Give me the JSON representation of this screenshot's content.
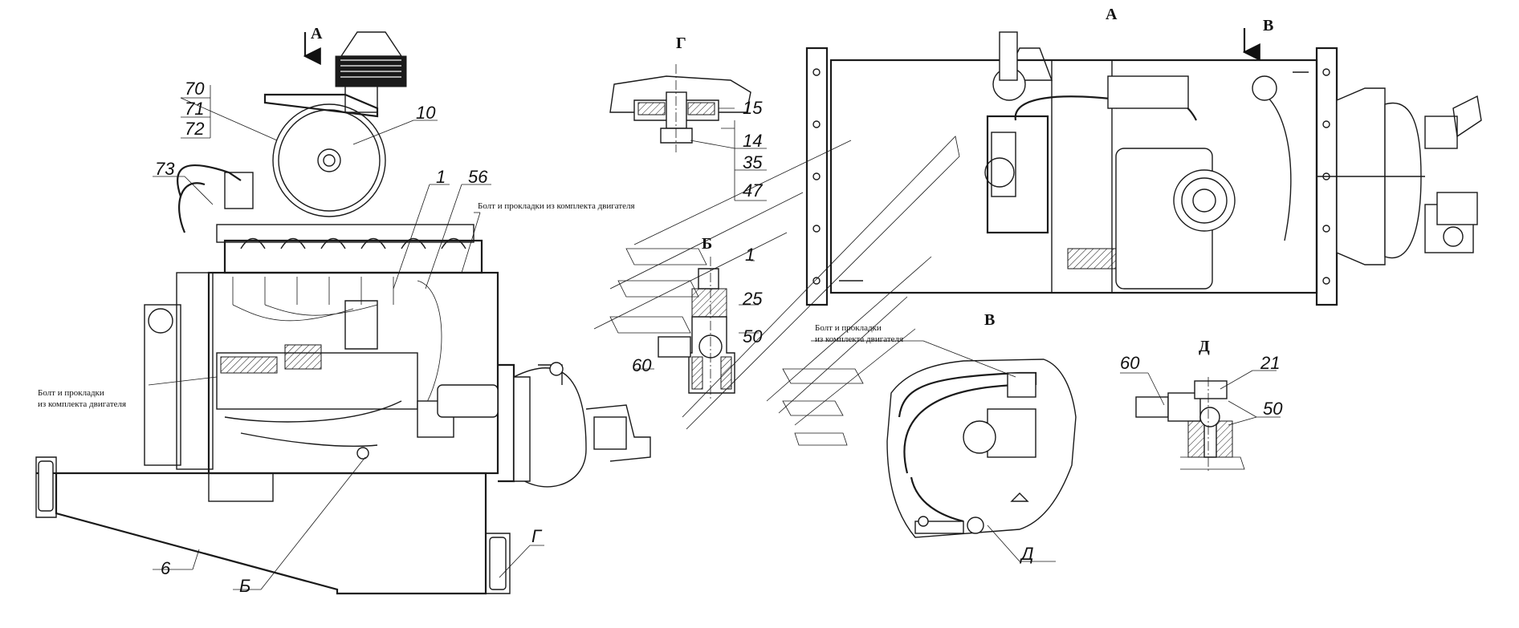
{
  "views": {
    "a_main": "А",
    "a_top": "А",
    "v_top": "В",
    "g": "Г",
    "b": "Б",
    "v": "В",
    "d": "Д"
  },
  "notes": {
    "bolt_main": "Болт и прокладки из комплекта двигателя",
    "bolt_left_1": "Болт и прокладки",
    "bolt_left_2": "из комплекта двигателя",
    "bolt_v_1": "Болт и прокладки",
    "bolt_v_2": "из комплекта двигателя"
  },
  "callouts": {
    "c70": "70",
    "c71": "71",
    "c72": "72",
    "c10": "10",
    "c73": "73",
    "c1": "1",
    "c56": "56",
    "c6": "6",
    "b_ref": "Б",
    "g_ref": "Г",
    "g15": "15",
    "g14": "14",
    "g35": "35",
    "g47": "47",
    "b1": "1",
    "b25": "25",
    "b50": "50",
    "b60": "60",
    "d_ref": "Д",
    "d60": "60",
    "d21": "21",
    "d50": "50"
  }
}
